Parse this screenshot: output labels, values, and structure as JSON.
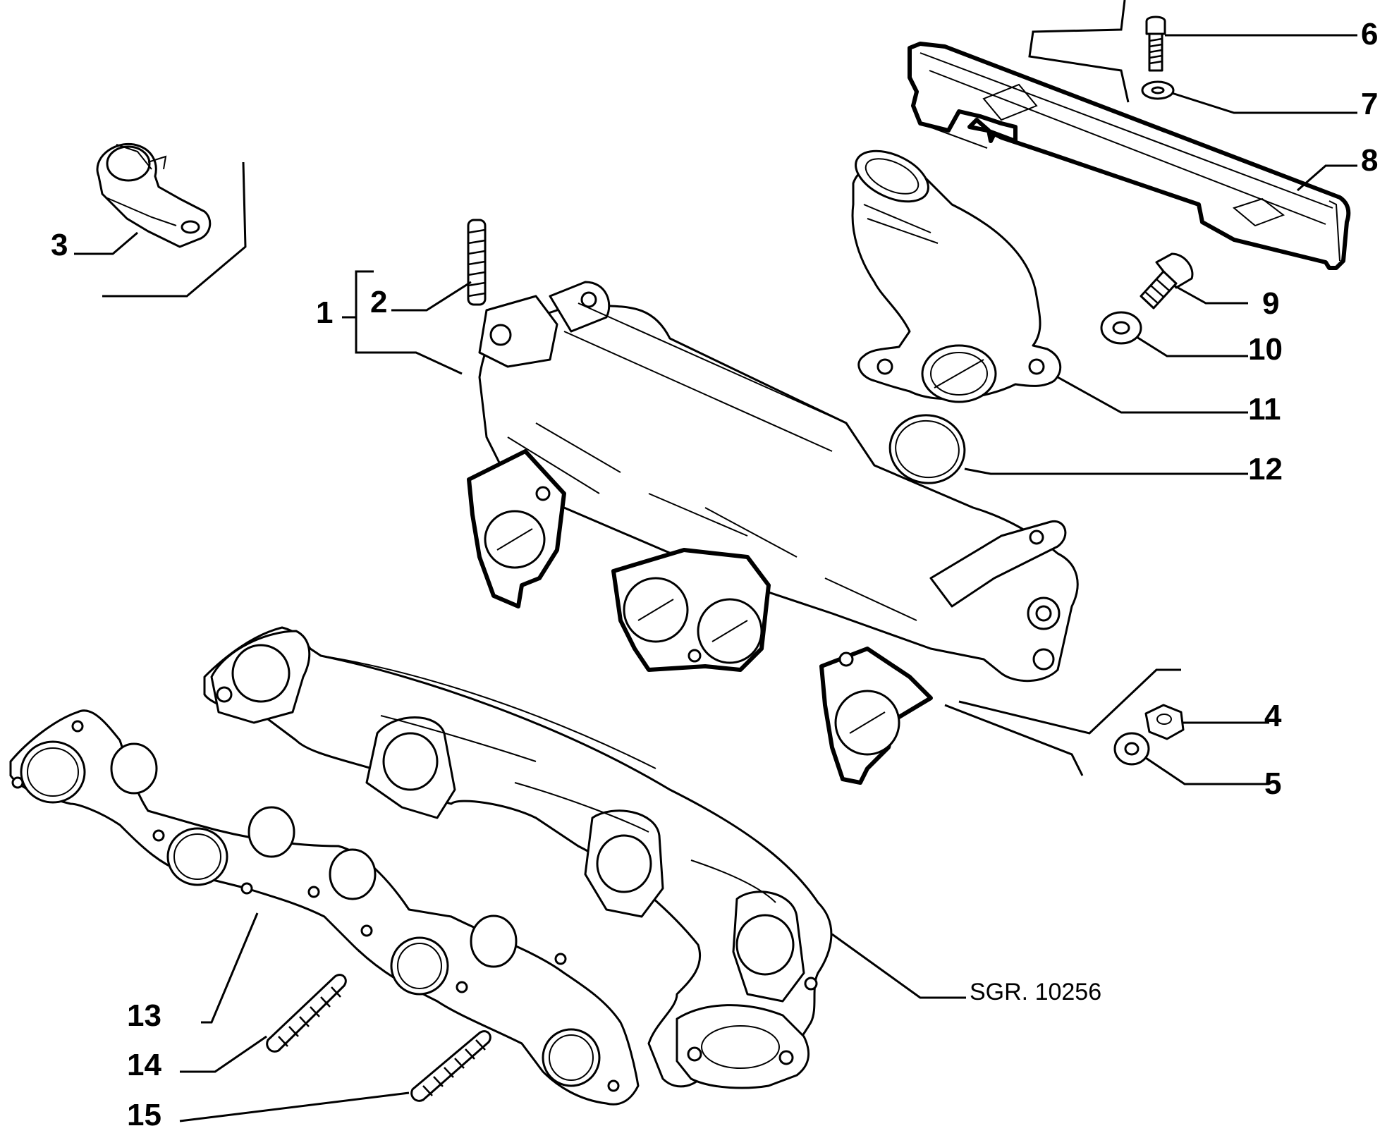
{
  "diagram": {
    "reference_code": "SGR. 10256",
    "callouts": [
      {
        "id": "1",
        "label": "1"
      },
      {
        "id": "2",
        "label": "2"
      },
      {
        "id": "3",
        "label": "3"
      },
      {
        "id": "4",
        "label": "4"
      },
      {
        "id": "5",
        "label": "5"
      },
      {
        "id": "6",
        "label": "6"
      },
      {
        "id": "7",
        "label": "7"
      },
      {
        "id": "8",
        "label": "8"
      },
      {
        "id": "9",
        "label": "9"
      },
      {
        "id": "10",
        "label": "10"
      },
      {
        "id": "11",
        "label": "11"
      },
      {
        "id": "12",
        "label": "12"
      },
      {
        "id": "13",
        "label": "13"
      },
      {
        "id": "14",
        "label": "14"
      },
      {
        "id": "15",
        "label": "15"
      }
    ]
  },
  "colors": {
    "ink": "#000000",
    "paper": "#ffffff"
  }
}
